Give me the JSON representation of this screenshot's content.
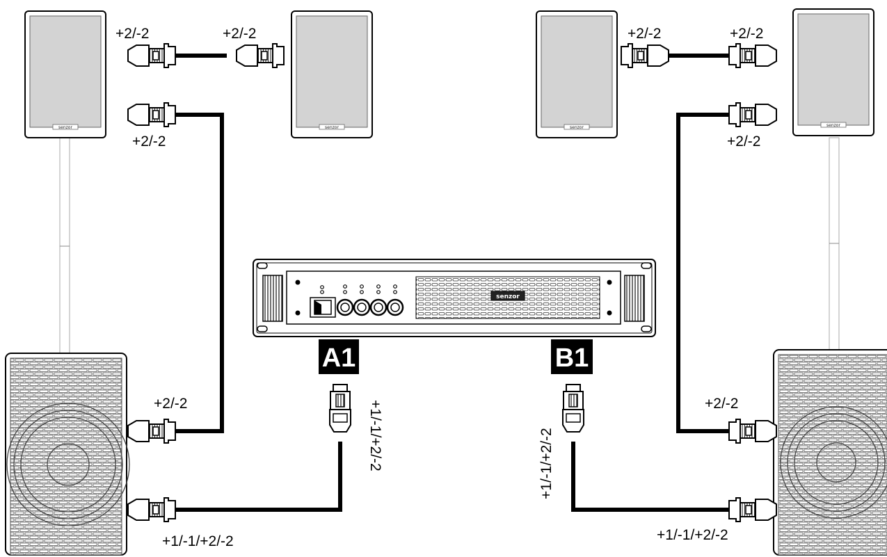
{
  "brand": "senzor",
  "outputs": {
    "a": {
      "label": "A1"
    },
    "b": {
      "label": "B1"
    }
  },
  "labels": {
    "tl_top_out": "+2/-2",
    "tl_top_in": "+2/-2",
    "tl_bottom_out": "+2/-2",
    "tl_sub_in": "+2/-2",
    "tl_sub_amp": "+1/-1/+2/-2",
    "a1_plug": "+1/-1/+2/-2",
    "tr_top_in": "+2/-2",
    "tr_top_out": "+2/-2",
    "tr_bottom_out": "+2/-2",
    "tr_sub_in": "+2/-2",
    "tr_sub_amp": "+1/-1/+2/-2",
    "b1_plug": "+1/-1/+2/-2"
  }
}
